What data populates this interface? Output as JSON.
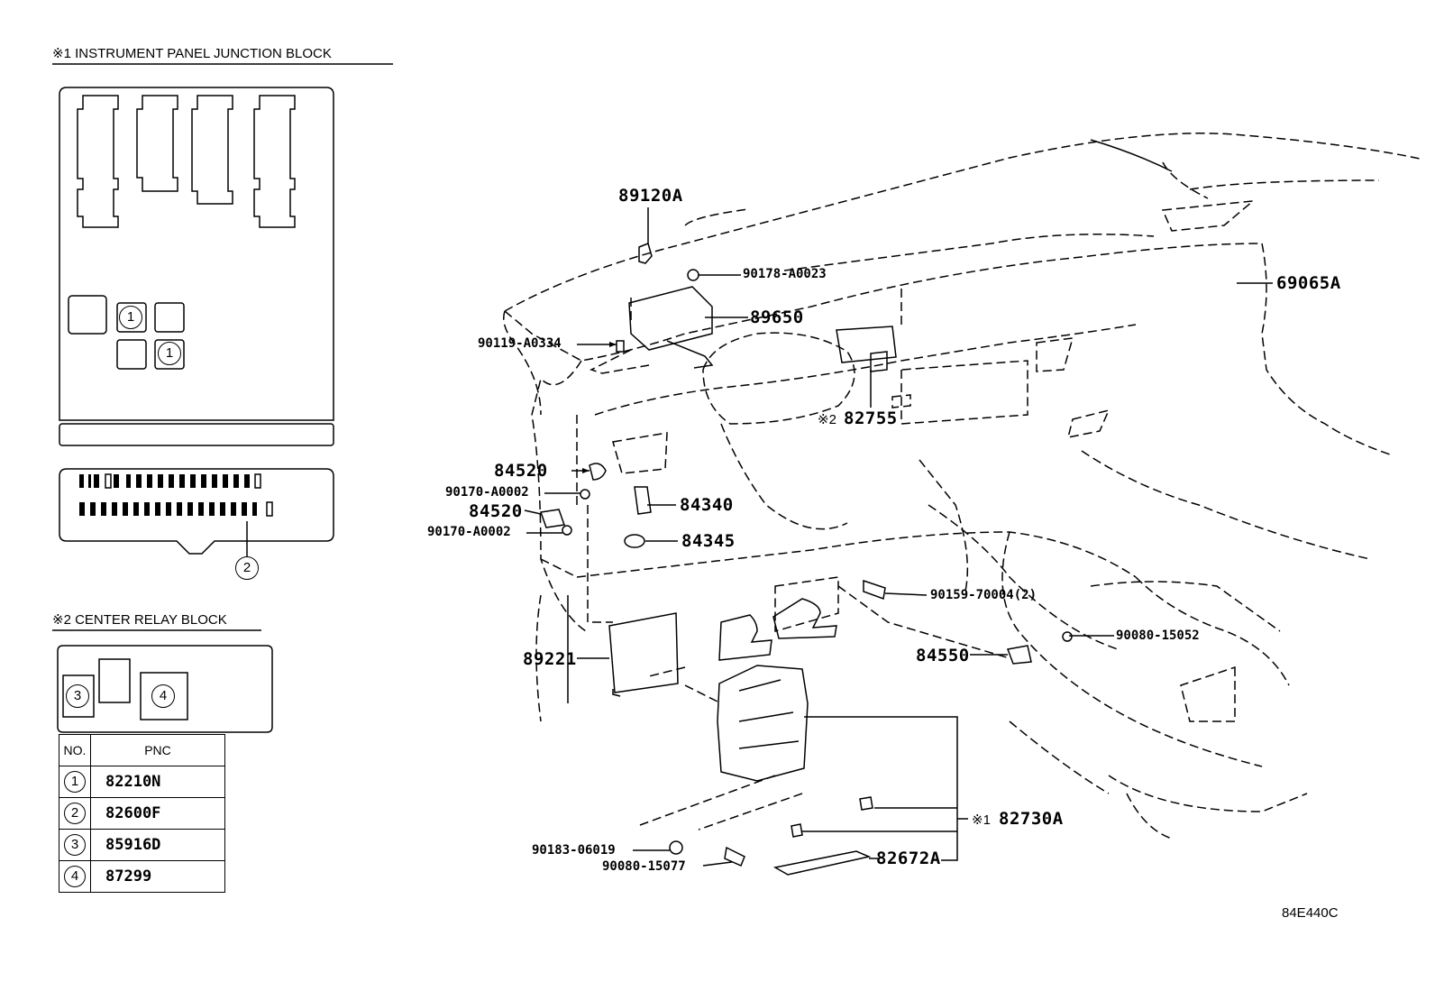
{
  "junction_block": {
    "title": "※1 INSTRUMENT PANEL JUNCTION BLOCK",
    "markers": [
      "1",
      "1",
      "2"
    ]
  },
  "relay_block": {
    "title": "※2 CENTER RELAY BLOCK",
    "markers": [
      "3",
      "4"
    ]
  },
  "pnc_table": {
    "headers": {
      "no": "NO.",
      "pnc": "PNC"
    },
    "rows": [
      {
        "no": "1",
        "pnc": "82210N"
      },
      {
        "no": "2",
        "pnc": "82600F"
      },
      {
        "no": "3",
        "pnc": "85916D"
      },
      {
        "no": "4",
        "pnc": "87299"
      }
    ]
  },
  "callouts": {
    "c89120A": "89120A",
    "c90178": "90178-A0023",
    "c69065A": "69065A",
    "c89650": "89650",
    "c90119": "90119-A0334",
    "c82755_mark": "※2",
    "c82755": "82755",
    "c84520a": "84520",
    "c90170a": "90170-A0002",
    "c84520b": "84520",
    "c90170b": "90170-A0002",
    "c84340": "84340",
    "c84345": "84345",
    "c90159": "90159-70004(2)",
    "c90080a": "90080-15052",
    "c84550": "84550",
    "c89221": "89221",
    "c82730A_mark": "※1",
    "c82730A": "82730A",
    "c90183": "90183-06019",
    "c90080b": "90080-15077",
    "c82672A": "82672A"
  },
  "diagram_code": "84E440C"
}
